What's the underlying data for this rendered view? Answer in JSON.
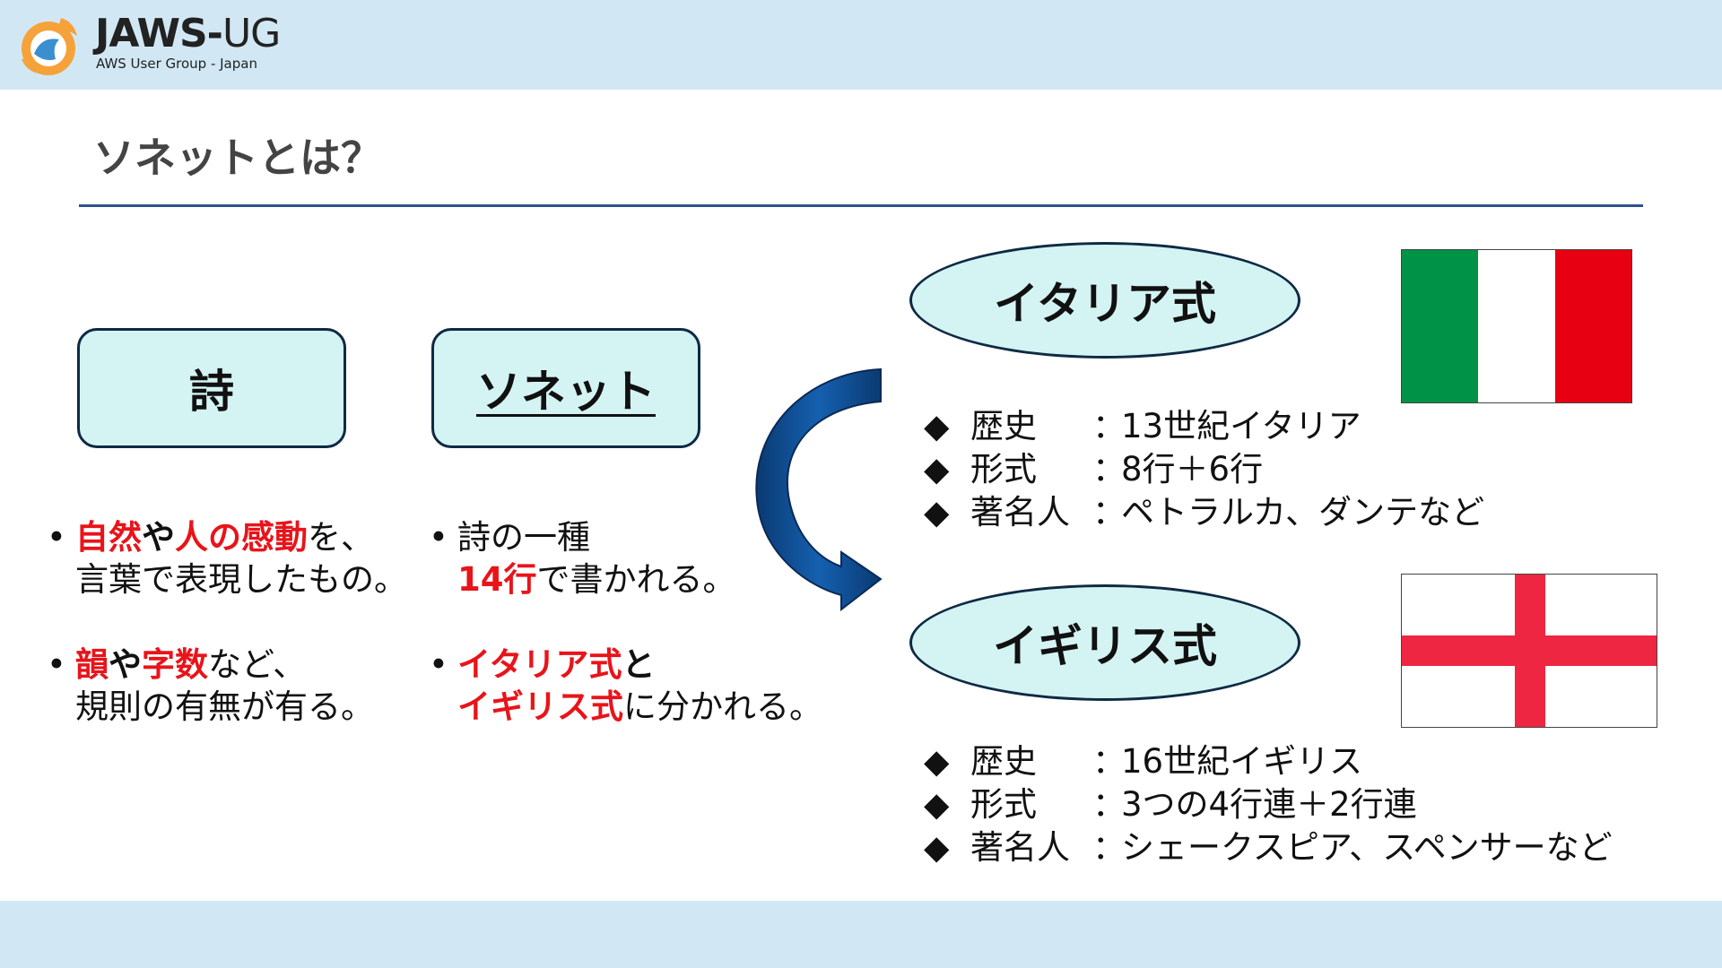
{
  "header": {
    "logo_title_main": "JAWS-",
    "logo_title_ug": "UG",
    "logo_subtitle": "AWS User Group - Japan"
  },
  "slide": {
    "title": "ソネットとは？"
  },
  "boxes": {
    "poem": "詩",
    "sonnet": "ソネット"
  },
  "poem_bullets": [
    {
      "parts": [
        "自然",
        "や",
        "人の感動",
        "を、"
      ],
      "line2": "言葉で表現したもの。"
    },
    {
      "parts": [
        "韻",
        "や",
        "字数",
        "など、"
      ],
      "line2": "規則の有無が有る。"
    }
  ],
  "sonnet_bullets": [
    {
      "line1": "詩の一種",
      "line2_red": "14行",
      "line2_rest": "で書かれる。"
    },
    {
      "line1_red": "イタリア式",
      "line1_rest": "と",
      "line2_red": "イギリス式",
      "line2_rest": "に分かれる。"
    }
  ],
  "italy": {
    "label": "イタリア式",
    "rows": [
      {
        "label": "歴史",
        "value": "13世紀イタリア"
      },
      {
        "label": "形式",
        "value": "8行＋6行"
      },
      {
        "label": "著名人",
        "value": "ペトラルカ、ダンテなど"
      }
    ]
  },
  "uk": {
    "label": "イギリス式",
    "rows": [
      {
        "label": "歴史",
        "value": "16世紀イギリス"
      },
      {
        "label": "形式",
        "value": "3つの4行連＋2行連"
      },
      {
        "label": "著名人",
        "value": "シェークスピア、スペンサーなど"
      }
    ]
  },
  "symbols": {
    "bullet": "•",
    "diamond": "◆",
    "colon": "："
  },
  "colors": {
    "band": "#d1e8f4",
    "box_fill": "#d4f3f3",
    "emphasis": "#e8141a",
    "arrow": "#0c4a8a",
    "italy_green": "#009246",
    "italy_white": "#ffffff",
    "italy_red": "#e60012",
    "uk_red": "#ee2642"
  }
}
